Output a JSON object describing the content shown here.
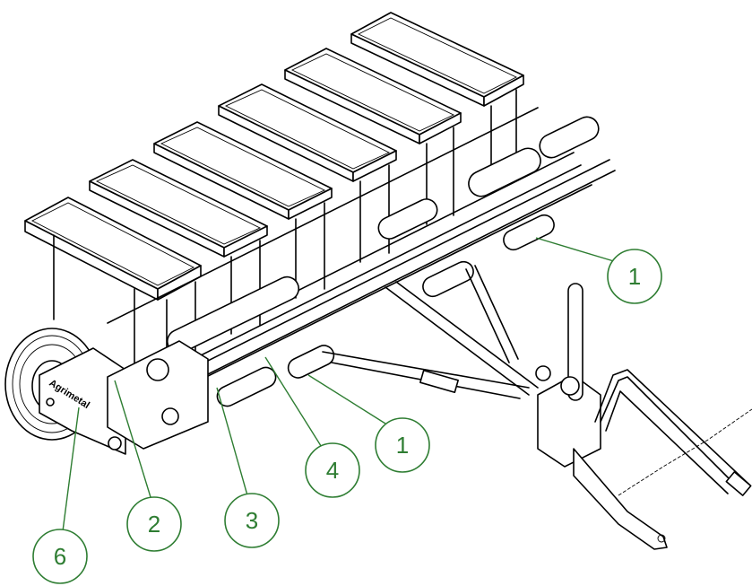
{
  "brand_label": "Agrimetal",
  "callouts": [
    {
      "id": "callout-1-right",
      "label": "1"
    },
    {
      "id": "callout-1-middle",
      "label": "1"
    },
    {
      "id": "callout-4",
      "label": "4"
    },
    {
      "id": "callout-3",
      "label": "3"
    },
    {
      "id": "callout-2",
      "label": "2"
    },
    {
      "id": "callout-6",
      "label": "6"
    }
  ],
  "colors": {
    "callout": "#2e7d32",
    "line": "#000000",
    "background": "#ffffff"
  }
}
